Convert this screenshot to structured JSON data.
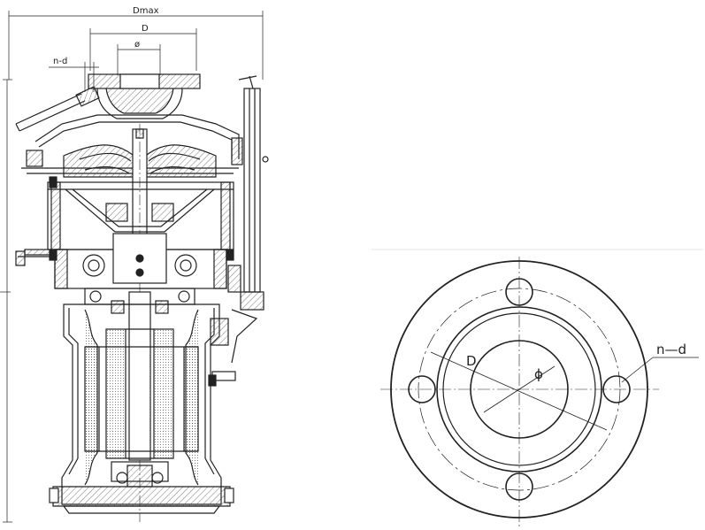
{
  "section_view": {
    "dimension_labels": {
      "overall_diameter": "Dmax",
      "flange_pcd": "D",
      "bore_diameter": "ø",
      "bolt_holes": "n-d"
    }
  },
  "flange_view": {
    "dimension_labels": {
      "flange_pcd": "D",
      "bore_diameter": "ϕ",
      "bolt_holes": "n—d"
    },
    "bolt_hole_count_drawn": 4
  },
  "colors": {
    "ink": "#222222",
    "hatch": "#555555",
    "background": "#ffffff"
  }
}
